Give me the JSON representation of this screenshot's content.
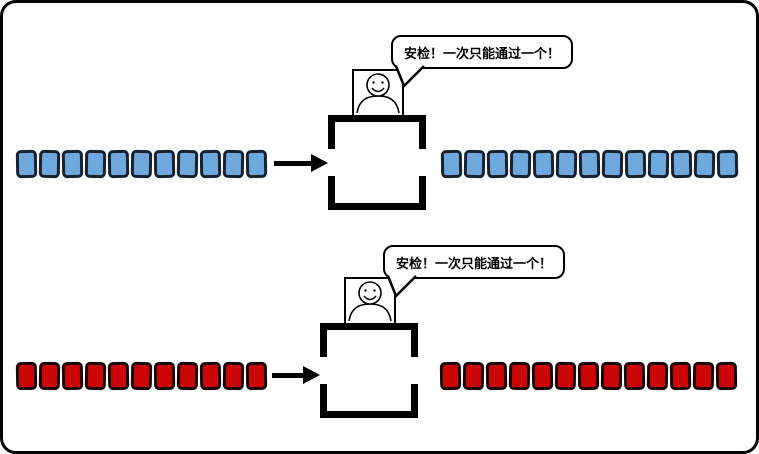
{
  "canvas": {
    "background_color": "#ffffff",
    "outline_color": "#000000"
  },
  "guard_icon": "smiling-guard-person",
  "rows": [
    {
      "name": "blue-channel",
      "bubble_text": "安检！一次只能通过一个！",
      "square_fill": "#6fa8dc",
      "square_border": "#17222e",
      "left_queue_count": 11,
      "right_queue_count": 13
    },
    {
      "name": "red-channel",
      "bubble_text": "安检！一次只能通过一个！",
      "square_fill": "#cc0606",
      "square_border": "#1a0404",
      "left_queue_count": 11,
      "right_queue_count": 13
    }
  ]
}
